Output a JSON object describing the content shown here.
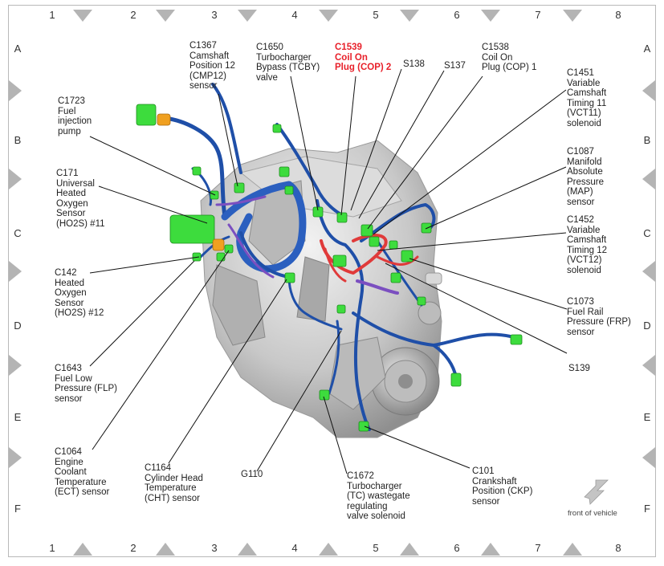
{
  "grid": {
    "columns": [
      "1",
      "2",
      "3",
      "4",
      "5",
      "6",
      "7",
      "8"
    ],
    "rows": [
      "A",
      "B",
      "C",
      "D",
      "E",
      "F"
    ]
  },
  "labels": {
    "c1367": "C1367\nCamshaft\nPosition 12\n(CMP12)\nsensor",
    "c1650": "C1650\nTurbocharger\nBypass (TCBY)\nvalve",
    "c1539": "C1539\nCoil On\nPlug (COP) 2",
    "s138": "S138",
    "s137": "S137",
    "c1538": "C1538\nCoil On\nPlug (COP) 1",
    "c1451": "C1451\nVariable\nCamshaft\nTiming 11\n(VCT11)\nsolenoid",
    "c1723": "C1723\nFuel\ninjection\npump",
    "c171": "C171\nUniversal\nHeated\nOxygen\nSensor\n(HO2S) #11",
    "c1087": "C1087\nManifold\nAbsolute\nPressure\n(MAP)\nsensor",
    "c1452": "C1452\nVariable\nCamshaft\nTiming 12\n(VCT12)\nsolenoid",
    "c142": "C142\nHeated\nOxygen\nSensor\n(HO2S) #12",
    "c1073": "C1073\nFuel Rail\nPressure (FRP)\nsensor",
    "c1643": "C1643\nFuel Low\nPressure (FLP)\nsensor",
    "s139": "S139",
    "c1064": "C1064\nEngine\nCoolant\nTemperature\n(ECT) sensor",
    "c1164": "C1164\nCylinder Head\nTemperature\n(CHT) sensor",
    "g110": "G110",
    "c1672": "C1672\nTurbocharger\n(TC) wastegate\nregulating\nvalve solenoid",
    "c101": "C101\nCrankshaft\nPosition (CKP)\nsensor",
    "front": "front of vehicle"
  },
  "colors": {
    "harness": "#1f4fa8",
    "harness_light": "#3a6fd0",
    "connector": "#3ddc3d",
    "highlight": "#e03a3a",
    "accent_red_text": "#e8202a",
    "purple": "#7b4fc0",
    "orange": "#f0a020",
    "engine": "#c9c9c9",
    "markers": "#b0b0b0"
  }
}
